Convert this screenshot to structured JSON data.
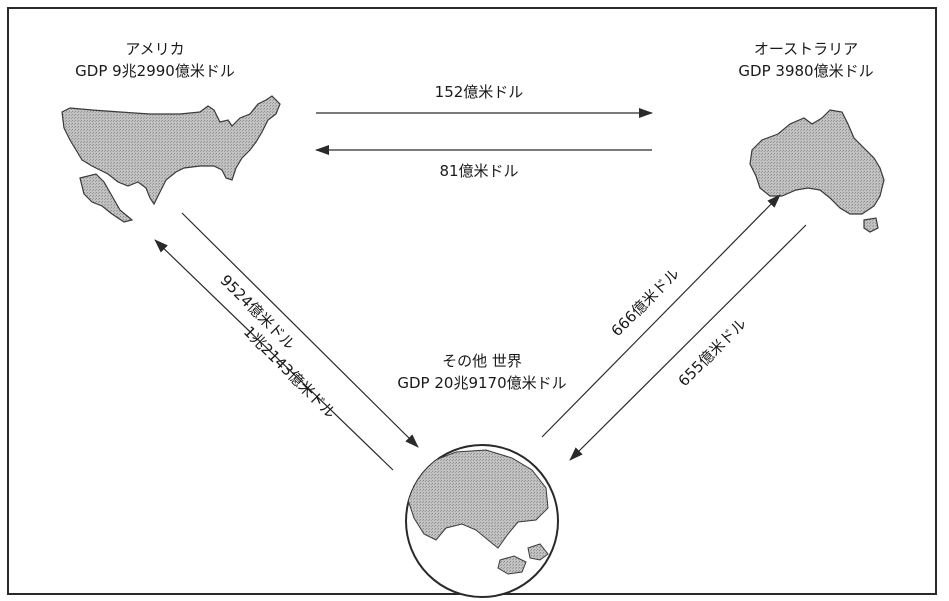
{
  "nodes": {
    "usa": {
      "name": "アメリカ",
      "gdp": "GDP 9兆2990億米ドル"
    },
    "australia": {
      "name": "オーストラリア",
      "gdp": "GDP 3980億米ドル"
    },
    "world": {
      "name": "その他 世界",
      "gdp": "GDP 20兆9170億米ドル"
    }
  },
  "flows": {
    "usa_to_aus": "152億米ドル",
    "aus_to_usa": "81億米ドル",
    "usa_to_world": "9524億米ドル",
    "world_to_usa": "1兆2143億米ドル",
    "world_to_aus": "666億米ドル",
    "aus_to_world": "655億米ドル"
  },
  "colors": {
    "land": "#b9b9b9",
    "line": "#2a2a2a"
  }
}
